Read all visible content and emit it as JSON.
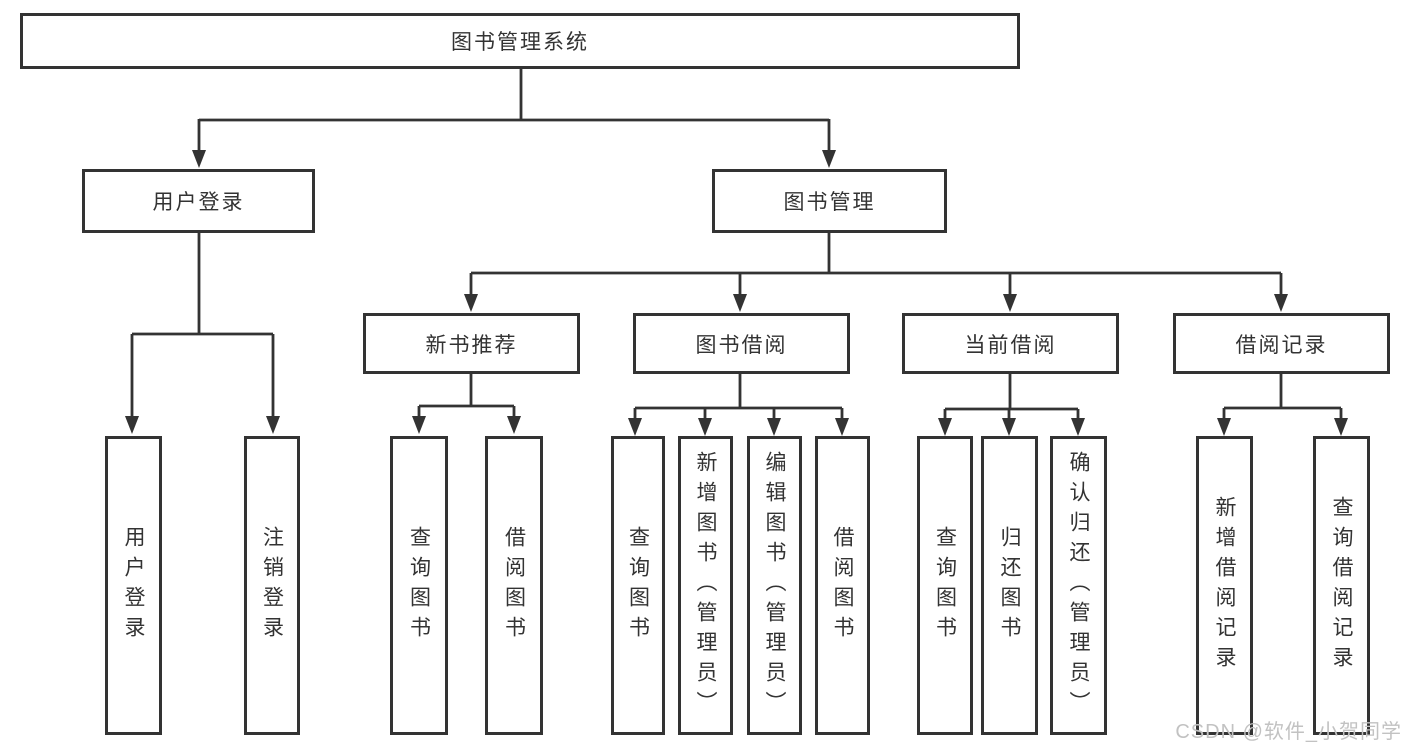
{
  "tree": {
    "root": {
      "label": "图书管理系统"
    },
    "level2": [
      {
        "label": "用户登录",
        "children": [
          {
            "label": "用户登录"
          },
          {
            "label": "注销登录"
          }
        ]
      },
      {
        "label": "图书管理",
        "children": [
          {
            "label": "新书推荐",
            "children": [
              {
                "label": "查询图书"
              },
              {
                "label": "借阅图书"
              }
            ]
          },
          {
            "label": "图书借阅",
            "children": [
              {
                "label": "查询图书"
              },
              {
                "label": "新增图书（管理员）"
              },
              {
                "label": "编辑图书（管理员）"
              },
              {
                "label": "借阅图书"
              }
            ]
          },
          {
            "label": "当前借阅",
            "children": [
              {
                "label": "查询图书"
              },
              {
                "label": "归还图书"
              },
              {
                "label": "确认归还（管理员）"
              }
            ]
          },
          {
            "label": "借阅记录",
            "children": [
              {
                "label": "新增借阅记录"
              },
              {
                "label": "查询借阅记录"
              }
            ]
          }
        ]
      }
    ]
  },
  "watermark": "CSDN @软件_小贺同学",
  "colors": {
    "line": "#333333",
    "box_border": "#333333",
    "text": "#333333",
    "watermark": "#c2c2c2",
    "background": "#ffffff"
  }
}
